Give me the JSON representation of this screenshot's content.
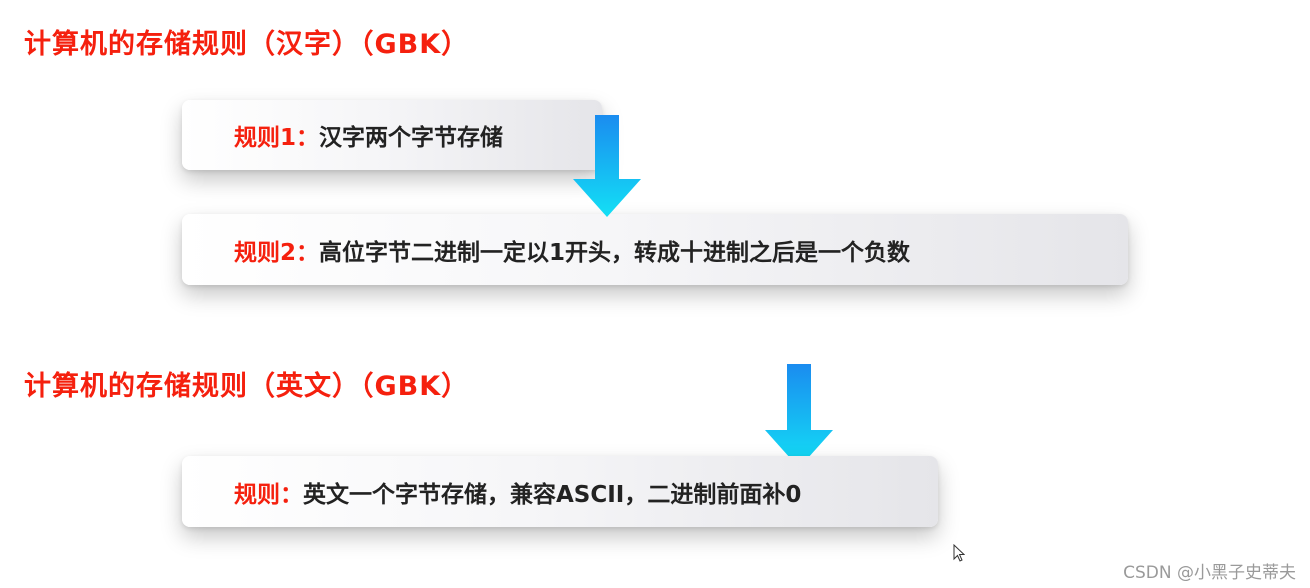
{
  "section_hanzi": {
    "title": "计算机的存储规则（汉字）（GBK）",
    "rule1": {
      "label": "规则1：",
      "text": "汉字两个字节存储"
    },
    "rule2": {
      "label": "规则2：",
      "text": "高位字节二进制一定以1开头，转成十进制之后是一个负数"
    }
  },
  "section_english": {
    "title": "计算机的存储规则（英文）（GBK）",
    "rule": {
      "label": "规则：",
      "text": "英文一个字节存储，兼容ASCII，二进制前面补0"
    }
  },
  "watermark": "CSDN @小黑子史蒂夫",
  "icons": [
    "arrow-down-icon",
    "mouse-pointer-icon"
  ],
  "colors": {
    "accent_red": "#f5200e",
    "arrow_blue_top": "#1a8cf0",
    "arrow_blue_bottom": "#13e0f5",
    "body_text": "#222222"
  }
}
